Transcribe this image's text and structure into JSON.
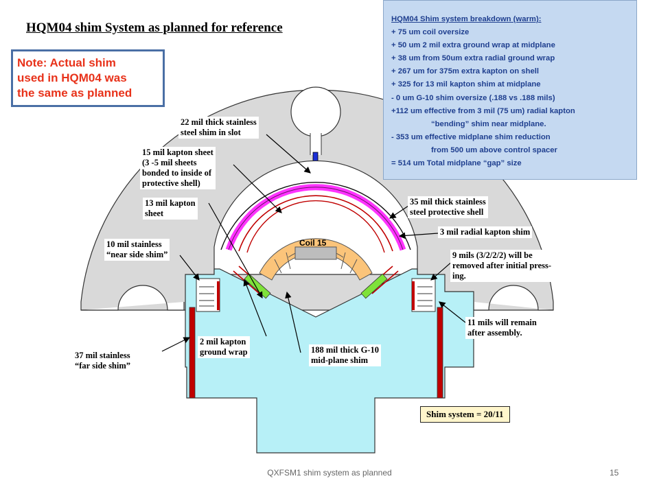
{
  "title": "HQM04 shim System as planned for reference",
  "note": [
    "Note:  Actual shim",
    "used in HQM04 was",
    "the same as planned"
  ],
  "breakdown": {
    "header": "HQM04  Shim system breakdown (warm):",
    "lines": [
      "+ 75 um coil oversize",
      "+ 50 um 2 mil extra ground wrap at midplane",
      "+ 38 um from 50um extra radial ground wrap",
      "+ 267 um for 375m extra kapton on shell",
      "+ 325 for 13 mil kapton shim at midplane",
      "- 0  um G-10 shim oversize (.188 vs .188 mils)",
      "+112 um effective from 3 mil (75 um) radial kapton",
      "“bending” shim near midplane.",
      "- 353  um effective midplane shim reduction",
      "from 500 um above control spacer",
      "= 514 um  Total midplane “gap” size"
    ]
  },
  "labels": {
    "slot_shim": [
      "22 mil thick stainless",
      "steel  shim in slot"
    ],
    "kapton_sheet_15": [
      "15 mil kapton sheet",
      "(3 -5 mil sheets",
      "bonded to inside of",
      "protective shell)"
    ],
    "kapton_sheet_13": [
      "13 mil kapton",
      "sheet"
    ],
    "near_side_shim": [
      "10 mil stainless",
      "“near side shim”"
    ],
    "far_side_shim": [
      "37 mil stainless",
      "“far side shim”"
    ],
    "ground_wrap": [
      "2 mil kapton",
      "ground wrap"
    ],
    "midplane_shim": [
      "188 mil thick G-10",
      "mid-plane shim"
    ],
    "protective_shell": [
      "35 mil thick stainless",
      "steel  protective shell"
    ],
    "radial_kapton": [
      "3 mil radial kapton shim"
    ],
    "removed": [
      "9 mils (3/2/2/2) will be",
      "removed after initial press-",
      "ing."
    ],
    "remain": [
      "11 mils will remain",
      "after assembly."
    ]
  },
  "coil_label": "Coil 15",
  "shim_system": "Shim system = 20/11",
  "footer": "QXFSM1 shim system as planned",
  "page_number": "15",
  "colors": {
    "yoke_gray": "#d9d9d9",
    "pad_cyan": "#b7f0f7",
    "shell_magenta": "#ff33ff",
    "coil_orange": "#fbc47a",
    "g10_green": "#7ee23a",
    "shim_red": "#c00000",
    "slot_blue": "#1b2fd6",
    "note_red": "#e8321a",
    "breakdown_bg": "#c5d9f1",
    "breakdown_text": "#1f3f8f"
  }
}
